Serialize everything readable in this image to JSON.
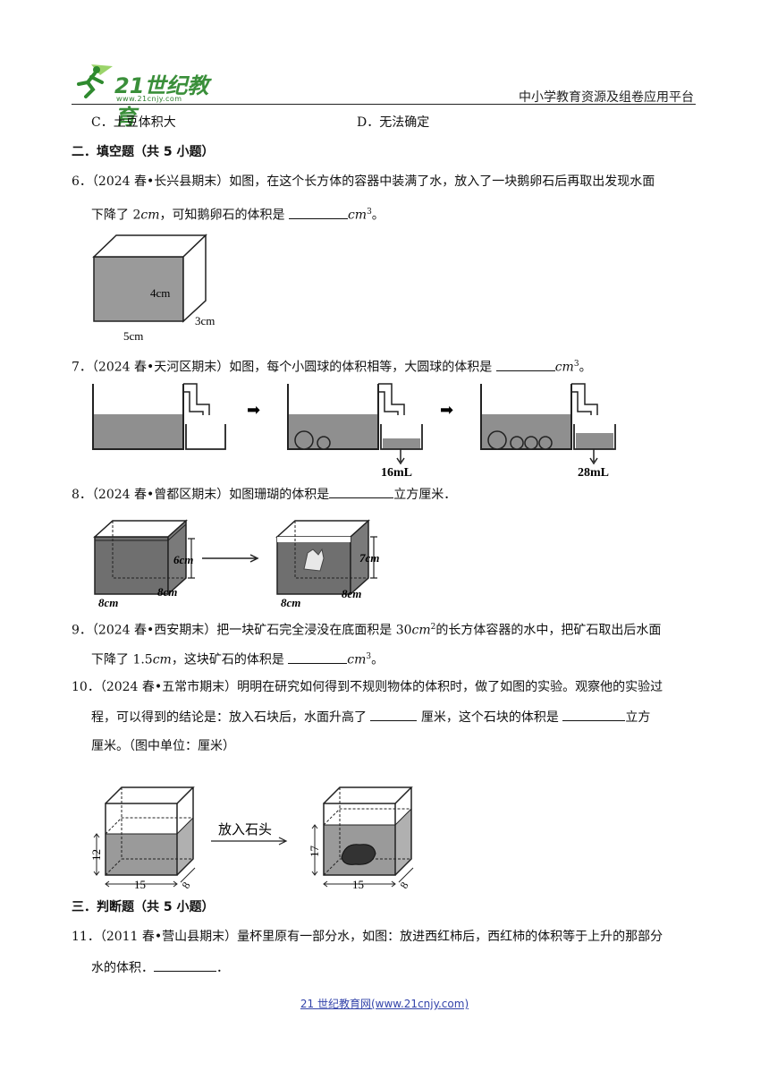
{
  "header": {
    "logo_text": "21世纪教育",
    "logo_url": "www.21cnjy.com",
    "platform": "中小学教育资源及组卷应用平台"
  },
  "q5_options": {
    "c": "C．土豆体积大",
    "d": "D．无法确定"
  },
  "section2": {
    "title": "二．填空题（共 5 小题）"
  },
  "q6": {
    "line1": "6．（2024 春•长兴县期末）如图，在这个长方体的容器中装满了水，放入了一块鹅卵石后再取出发现水面",
    "line2_a": "下降了 2",
    "unit_cm": "cm",
    "line2_b": "，可知鹅卵石的体积是",
    "unit_cm3": "cm",
    "sup3": "3",
    "end": "。",
    "fig_labels": {
      "height": "4cm",
      "depth": "3cm",
      "width": "5cm"
    }
  },
  "q7": {
    "line1": "7．（2024 春•天河区期末）如图，每个小圆球的体积相等，大圆球的体积是",
    "unit": "cm",
    "sup3": "3",
    "end": "。",
    "fig_labels": {
      "first": "16mL",
      "second": "28mL",
      "arrow": "➡"
    }
  },
  "q8": {
    "line1": "8．（2024 春•曾都区期末）如图珊瑚的体积是",
    "end": "立方厘米．",
    "fig_labels": {
      "h1": "6cm",
      "h2": "7cm",
      "side": "8cm",
      "bottom": "8cm"
    }
  },
  "q9": {
    "line1_a": "9．（2024 春•西安期末）把一块矿石完全浸没在底面积是 30",
    "unit_cm": "cm",
    "sup2": "2",
    "line1_b": "的长方体容器的水中，把矿石取出后水面",
    "line2_a": "下降了 1.5",
    "line2_b": "，这块矿石的体积是",
    "sup3": "3",
    "end": "。"
  },
  "q10": {
    "line1": "10．（2024 春•五常市期末）明明在研究如何得到不规则物体的体积时，做了如图的实验。观察他的实验过",
    "line2_a": "程，可以得到的结论是：放入石块后，水面升高了",
    "line2_b": "厘米，这个石块的体积是",
    "line2_c": "立方",
    "line3": "厘米。（图中单位：厘米）",
    "fig_labels": {
      "h_before": "12",
      "h_after": "17",
      "length": "15",
      "width": "8",
      "arrow_text": "放入石头"
    }
  },
  "section3": {
    "title": "三．判断题（共 5 小题）"
  },
  "q11": {
    "line1": "11．（2011 春•营山县期末）量杯里原有一部分水，如图：放进西红柿后，西红柿的体积等于上升的那部分",
    "line2_a": "水的体积．",
    "end": "．"
  },
  "footer": {
    "text": "21 世纪教育网(www.21cnjy.com)"
  }
}
